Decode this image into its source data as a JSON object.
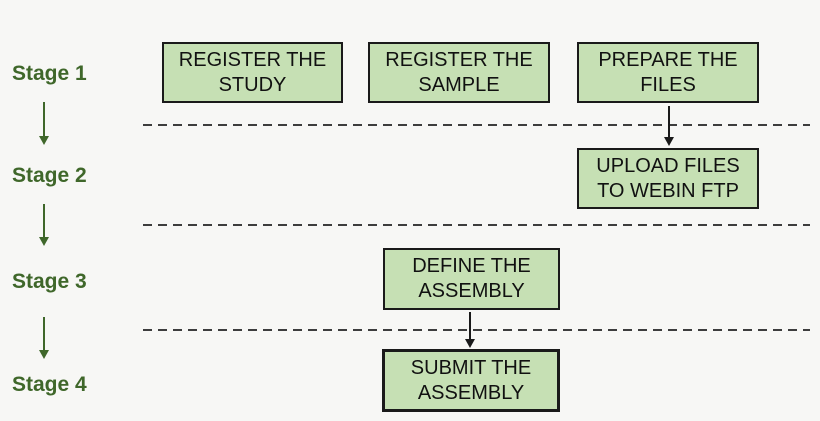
{
  "colors": {
    "background": "#f7f7f5",
    "box_fill": "#c6e0b4",
    "box_border": "#1a1a1a",
    "stage_text": "#3f672a",
    "dash_color": "#3d3d3d"
  },
  "stages": [
    {
      "label": "Stage 1"
    },
    {
      "label": "Stage 2"
    },
    {
      "label": "Stage 3"
    },
    {
      "label": "Stage 4"
    }
  ],
  "boxes": [
    {
      "id": "register-study",
      "lines": [
        "REGISTER THE",
        "STUDY"
      ]
    },
    {
      "id": "register-sample",
      "lines": [
        "REGISTER THE",
        "SAMPLE"
      ]
    },
    {
      "id": "prepare-files",
      "lines": [
        "PREPARE THE",
        "FILES"
      ]
    },
    {
      "id": "upload-files",
      "lines": [
        "UPLOAD FILES",
        "TO WEBIN FTP"
      ]
    },
    {
      "id": "define-assembly",
      "lines": [
        "DEFINE THE",
        "ASSEMBLY"
      ]
    },
    {
      "id": "submit-assembly",
      "lines": [
        "SUBMIT THE",
        "ASSEMBLY"
      ]
    }
  ]
}
